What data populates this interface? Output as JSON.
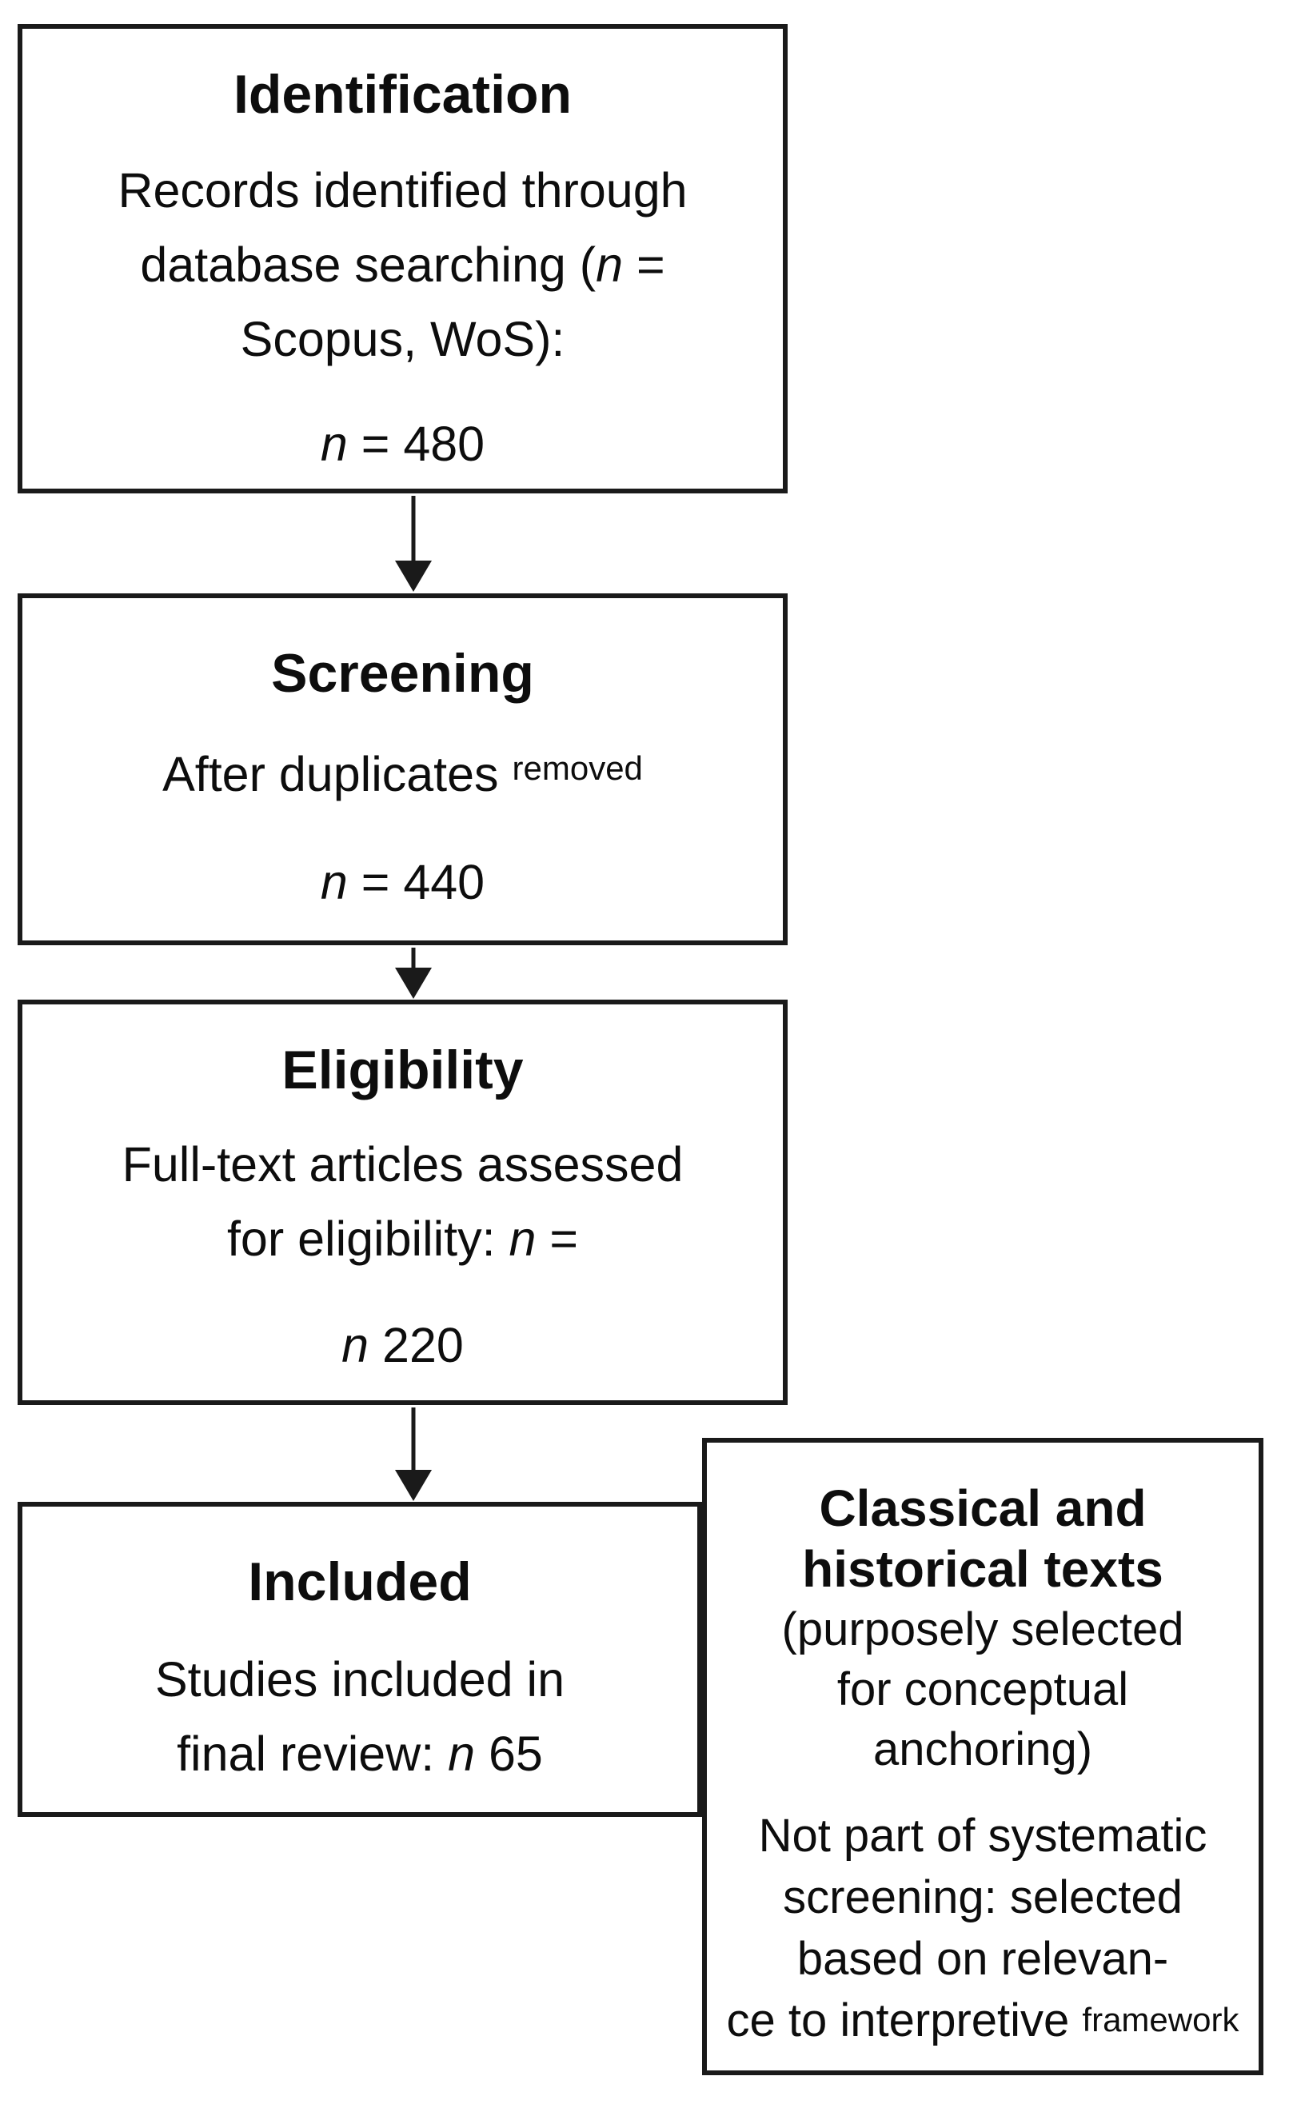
{
  "colors": {
    "background": "#ffffff",
    "border": "#1a1a1a",
    "text": "#0d0d0d"
  },
  "graphics": {
    "down_arrow_icons": [
      "flow-arrow-1",
      "flow-arrow-2",
      "flow-arrow-3"
    ],
    "side_connector": "elbow-connector-line"
  },
  "counts": {
    "records_identified": 480,
    "after_duplicates": 440,
    "full_text_assessed": 220,
    "included_final": 65
  },
  "flow": {
    "boxes": [
      {
        "name": "identification",
        "title": "Identification",
        "lines": [
          [
            {
              "t": "Records identified through"
            }
          ],
          [
            {
              "t": "database searching ("
            },
            {
              "t": "n",
              "style": "italic"
            },
            {
              "t": " ="
            }
          ],
          [
            {
              "t": "Scopus, WoS):"
            }
          ]
        ],
        "count": [
          {
            "t": "n",
            "style": "italic"
          },
          {
            "t": " = 480"
          }
        ]
      },
      {
        "name": "screening",
        "title": "Screening",
        "lines": [
          [
            {
              "t": "After duplicates "
            },
            {
              "t": "removed",
              "style": "small-sup"
            }
          ]
        ],
        "count": [
          {
            "t": "n",
            "style": "italic"
          },
          {
            "t": " = 440"
          }
        ]
      },
      {
        "name": "eligibility",
        "title": "Eligibility",
        "lines": [
          [
            {
              "t": "Full-text articles assessed"
            }
          ],
          [
            {
              "t": "for eligibility: "
            },
            {
              "t": "n",
              "style": "italic"
            },
            {
              "t": " ="
            }
          ]
        ],
        "count": [
          {
            "t": "n",
            "style": "italic"
          },
          {
            "t": " 220"
          }
        ]
      },
      {
        "name": "included",
        "title": "Included",
        "lines": [
          [
            {
              "t": "Studies included in"
            }
          ],
          [
            {
              "t": "final review: "
            },
            {
              "t": "n",
              "style": "italic"
            },
            {
              "t": " 65"
            }
          ]
        ]
      }
    ],
    "side_box": {
      "name": "classical-historical-texts",
      "title_lines": [
        "Classical and",
        "historical texts"
      ],
      "subtitle_lines": [
        "(purposely selected",
        "for conceptual",
        "anchoring)"
      ],
      "note_lines": [
        [
          {
            "t": "Not part of systematic"
          }
        ],
        [
          {
            "t": "screening: selected"
          }
        ],
        [
          {
            "t": "based on relevan-"
          }
        ],
        [
          {
            "t": "ce to interpretive "
          },
          {
            "t": "framework",
            "style": "small"
          }
        ]
      ]
    }
  }
}
